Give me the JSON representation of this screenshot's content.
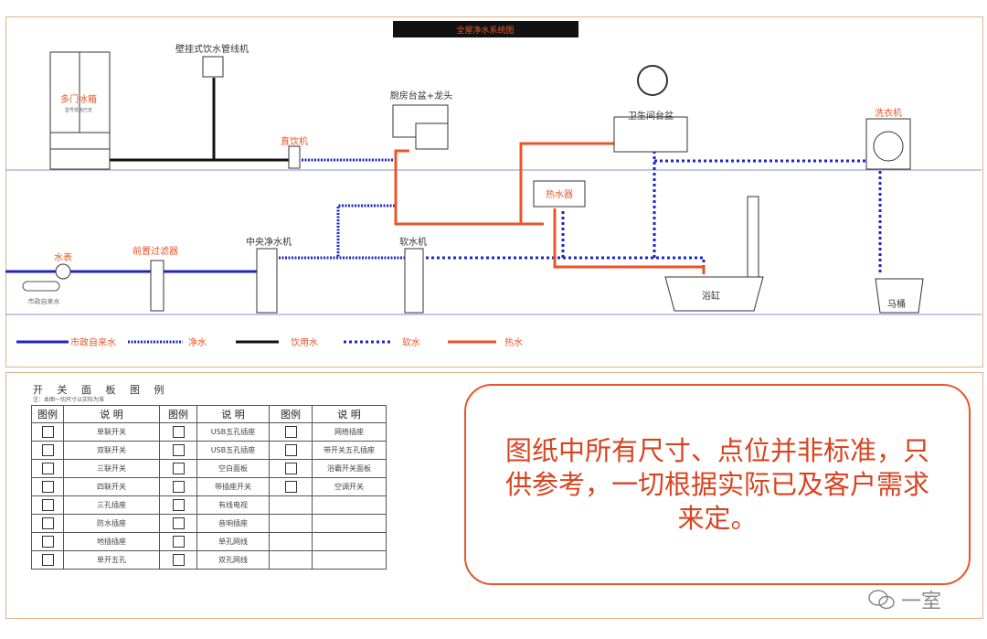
{
  "diagram": {
    "title": "全屋净水系统图",
    "devices": {
      "fridge": "多门冰箱",
      "fridge_sub": "型号规格已定",
      "wall_dispenser": "壁挂式饮水管线机",
      "kitchen_sink": "厨房台盆+龙头",
      "direct_drinker": "直饮机",
      "bath_basin": "卫生间台盆",
      "washer": "洗衣机",
      "water_heater": "热水器",
      "central_purifier": "中央净水机",
      "softener": "软水机",
      "meter": "水表",
      "meter_tag": "市政自来水",
      "prefilter": "前置过滤器",
      "bathtub": "浴缸",
      "toilet": "马桶"
    },
    "legend": [
      {
        "label": "市政自来水",
        "color": "#1f24c8",
        "style": "solid"
      },
      {
        "label": "净水",
        "color": "#1f24c8",
        "style": "dotted-thin"
      },
      {
        "label": "饮用水",
        "color": "#111111",
        "style": "solid"
      },
      {
        "label": "软水",
        "color": "#1f24c8",
        "style": "dotted"
      },
      {
        "label": "热水",
        "color": "#e8562a",
        "style": "solid"
      }
    ]
  },
  "switch_panel": {
    "title": "开 关 面 板 图 例",
    "note": "注：本图一切尺寸以实际为准",
    "headers": [
      "图例",
      "说 明",
      "图例",
      "说 明",
      "图例",
      "说 明"
    ],
    "rows": [
      [
        "单联开关",
        "USB五孔插座",
        "网络插座"
      ],
      [
        "双联开关",
        "USB五孔插座",
        "带开关五孔插座"
      ],
      [
        "三联开关",
        "空白面板",
        "浴霸开关面板"
      ],
      [
        "四联开关",
        "带插座开关",
        "空调开关"
      ],
      [
        "三孔插座",
        "有线电视",
        ""
      ],
      [
        "防水插座",
        "音响插座",
        ""
      ],
      [
        "地插插座",
        "单孔网线",
        ""
      ],
      [
        "单开五孔",
        "双孔网线",
        ""
      ]
    ]
  },
  "notice": "图纸中所有尺寸、点位并非标准，只供参考，一切根据实际已及客户需求来定。",
  "watermark": "一室",
  "colors": {
    "accent": "#e8562a",
    "blue": "#1f24c8",
    "border": "#e0b48a"
  }
}
